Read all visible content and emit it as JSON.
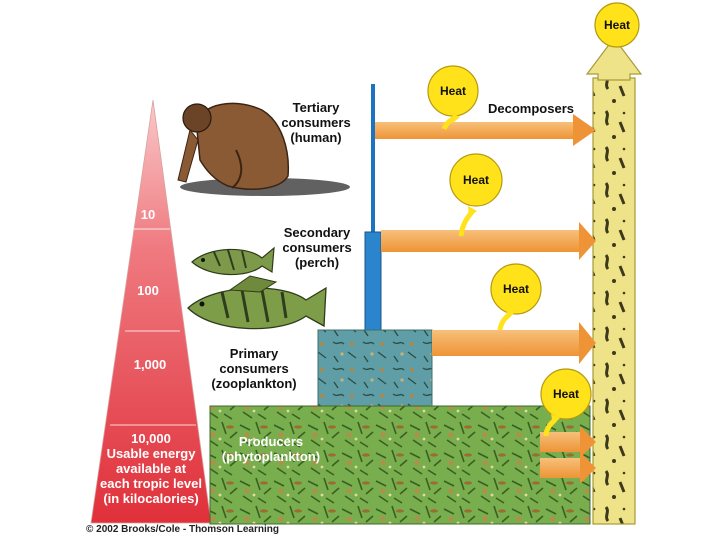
{
  "pyramid": {
    "levels": [
      {
        "value": "10"
      },
      {
        "value": "100"
      },
      {
        "value": "1,000"
      },
      {
        "value": "10,000",
        "caption": [
          "Usable energy",
          "available at",
          "each tropic level",
          "(in kilocalories)"
        ]
      }
    ]
  },
  "organisms": {
    "tertiary": [
      "Tertiary",
      "consumers",
      "(human)"
    ],
    "secondary": [
      "Secondary",
      "consumers",
      "(perch)"
    ],
    "primary": [
      "Primary",
      "consumers",
      "(zooplankton)"
    ],
    "producers": [
      "Producers",
      "(phytoplankton)"
    ]
  },
  "decomposers": "Decomposers",
  "heat_label": "Heat",
  "copyright": "© 2002 Brooks/Cole - Thomson Learning",
  "colors": {
    "pyramid_top": "#f7b7b7",
    "pyramid_bottom": "#e2323c",
    "arrow": "#f2a34e",
    "heat_fill": "#ffe21a",
    "decomposer_column": "#efe389",
    "zooplankton_bg": "#5f9fa7",
    "phytoplankton_bg": "#79b04f",
    "energy_line": "#1c74c0"
  }
}
